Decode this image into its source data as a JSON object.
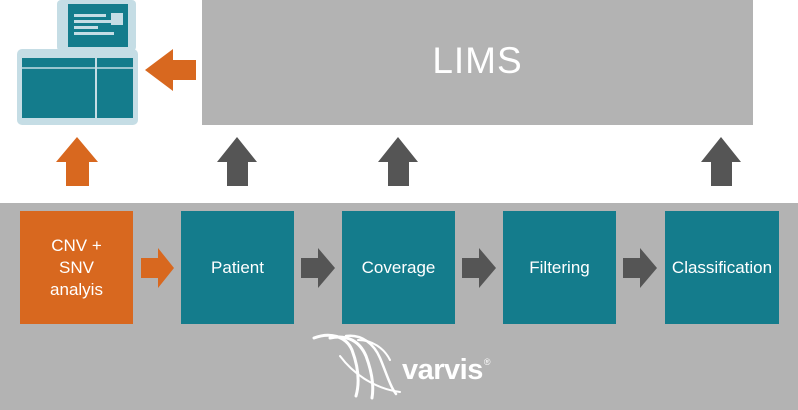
{
  "colors": {
    "teal": "#147c8c",
    "orange": "#d8681f",
    "gray": "#b3b3b3",
    "dark_arrow": "#555555",
    "light_blue": "#c5dde5"
  },
  "lims": {
    "label": "LIMS"
  },
  "pipeline": {
    "steps": [
      {
        "label": "CNV + SNV analyis",
        "color": "orange"
      },
      {
        "label": "Patient",
        "color": "teal"
      },
      {
        "label": "Coverage",
        "color": "teal"
      },
      {
        "label": "Filtering",
        "color": "teal"
      },
      {
        "label": "Classification",
        "color": "teal"
      }
    ]
  },
  "brand": {
    "name": "varvis",
    "mark": "®"
  },
  "icons": {
    "device": "lab-instrument-icon",
    "logo": "varvis-logo-mark"
  }
}
